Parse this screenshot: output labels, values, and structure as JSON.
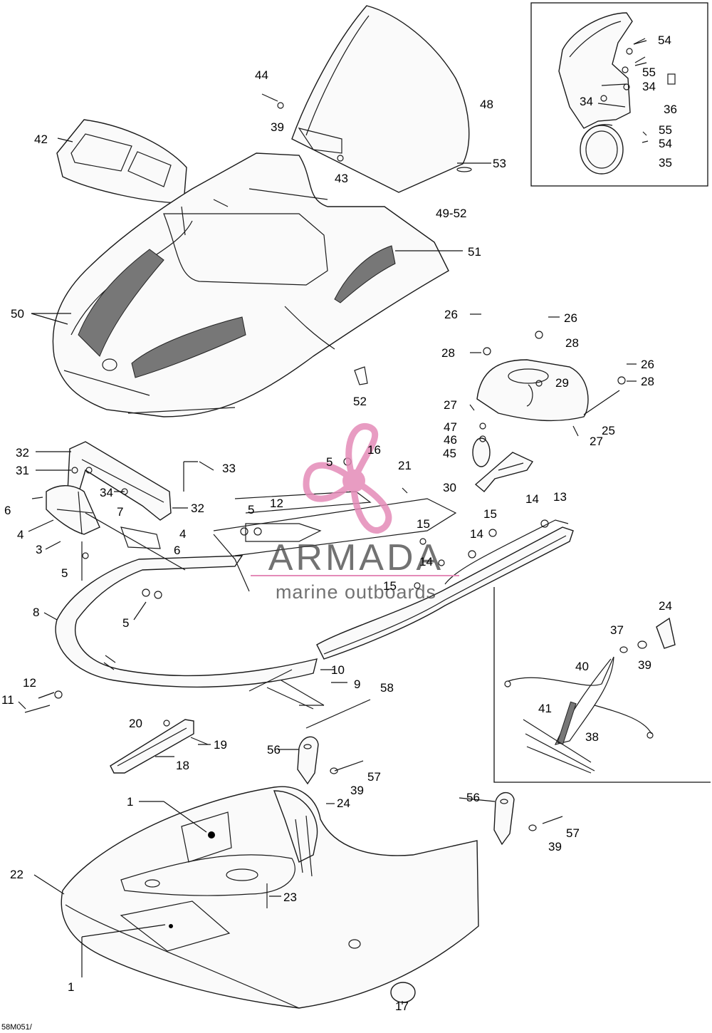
{
  "watermark": {
    "brand": "ARMADA",
    "tagline": "marine outboards",
    "logo_color": "#e48bb8"
  },
  "drawing_ref": "58M051/",
  "labels": [
    {
      "id": "l54a",
      "text": "54"
    },
    {
      "id": "l55a",
      "text": "55"
    },
    {
      "id": "l34a",
      "text": "34"
    },
    {
      "id": "l34b",
      "text": "34"
    },
    {
      "id": "l36",
      "text": "36"
    },
    {
      "id": "l55b",
      "text": "55"
    },
    {
      "id": "l54b",
      "text": "54"
    },
    {
      "id": "l35",
      "text": "35"
    },
    {
      "id": "l44",
      "text": "44"
    },
    {
      "id": "l39a",
      "text": "39"
    },
    {
      "id": "l42",
      "text": "42"
    },
    {
      "id": "l43",
      "text": "43"
    },
    {
      "id": "l48",
      "text": "48"
    },
    {
      "id": "l53",
      "text": "53"
    },
    {
      "id": "l4952",
      "text": "49-52"
    },
    {
      "id": "l51",
      "text": "51"
    },
    {
      "id": "l50",
      "text": "50"
    },
    {
      "id": "l52",
      "text": "52"
    },
    {
      "id": "l26a",
      "text": "26"
    },
    {
      "id": "l26b",
      "text": "26"
    },
    {
      "id": "l28a",
      "text": "28"
    },
    {
      "id": "l28b",
      "text": "28"
    },
    {
      "id": "l26c",
      "text": "26"
    },
    {
      "id": "l28c",
      "text": "28"
    },
    {
      "id": "l29",
      "text": "29"
    },
    {
      "id": "l27a",
      "text": "27"
    },
    {
      "id": "l25",
      "text": "25"
    },
    {
      "id": "l27b",
      "text": "27"
    },
    {
      "id": "l47",
      "text": "47"
    },
    {
      "id": "l46",
      "text": "46"
    },
    {
      "id": "l45",
      "text": "45"
    },
    {
      "id": "l30",
      "text": "30"
    },
    {
      "id": "l32a",
      "text": "32"
    },
    {
      "id": "l31",
      "text": "31"
    },
    {
      "id": "l33",
      "text": "33"
    },
    {
      "id": "l34c",
      "text": "34"
    },
    {
      "id": "l32b",
      "text": "32"
    },
    {
      "id": "l6a",
      "text": "6"
    },
    {
      "id": "l4a",
      "text": "4"
    },
    {
      "id": "l7",
      "text": "7"
    },
    {
      "id": "l3",
      "text": "3"
    },
    {
      "id": "l4b",
      "text": "4"
    },
    {
      "id": "l6b",
      "text": "6"
    },
    {
      "id": "l5a",
      "text": "5"
    },
    {
      "id": "l5b",
      "text": "5"
    },
    {
      "id": "l5c",
      "text": "5"
    },
    {
      "id": "l5d",
      "text": "5"
    },
    {
      "id": "l12a",
      "text": "12"
    },
    {
      "id": "l16",
      "text": "16"
    },
    {
      "id": "l21",
      "text": "21"
    },
    {
      "id": "l15a",
      "text": "15"
    },
    {
      "id": "l14a",
      "text": "14"
    },
    {
      "id": "l13",
      "text": "13"
    },
    {
      "id": "l15b",
      "text": "15"
    },
    {
      "id": "l14b",
      "text": "14"
    },
    {
      "id": "l14c",
      "text": "14"
    },
    {
      "id": "l15c",
      "text": "15"
    },
    {
      "id": "l8",
      "text": "8"
    },
    {
      "id": "l24a",
      "text": "24"
    },
    {
      "id": "l37",
      "text": "37"
    },
    {
      "id": "l39b",
      "text": "39"
    },
    {
      "id": "l40",
      "text": "40"
    },
    {
      "id": "l41",
      "text": "41"
    },
    {
      "id": "l38",
      "text": "38"
    },
    {
      "id": "l10",
      "text": "10"
    },
    {
      "id": "l9",
      "text": "9"
    },
    {
      "id": "l58",
      "text": "58"
    },
    {
      "id": "l12b",
      "text": "12"
    },
    {
      "id": "l11",
      "text": "11"
    },
    {
      "id": "l20",
      "text": "20"
    },
    {
      "id": "l19",
      "text": "19"
    },
    {
      "id": "l18",
      "text": "18"
    },
    {
      "id": "l56a",
      "text": "56"
    },
    {
      "id": "l57a",
      "text": "57"
    },
    {
      "id": "l39c",
      "text": "39"
    },
    {
      "id": "l24b",
      "text": "24"
    },
    {
      "id": "l1a",
      "text": "1"
    },
    {
      "id": "l56b",
      "text": "56"
    },
    {
      "id": "l57b",
      "text": "57"
    },
    {
      "id": "l39d",
      "text": "39"
    },
    {
      "id": "l22",
      "text": "22"
    },
    {
      "id": "l23",
      "text": "23"
    },
    {
      "id": "l1b",
      "text": "1"
    },
    {
      "id": "l17",
      "text": "17"
    }
  ]
}
